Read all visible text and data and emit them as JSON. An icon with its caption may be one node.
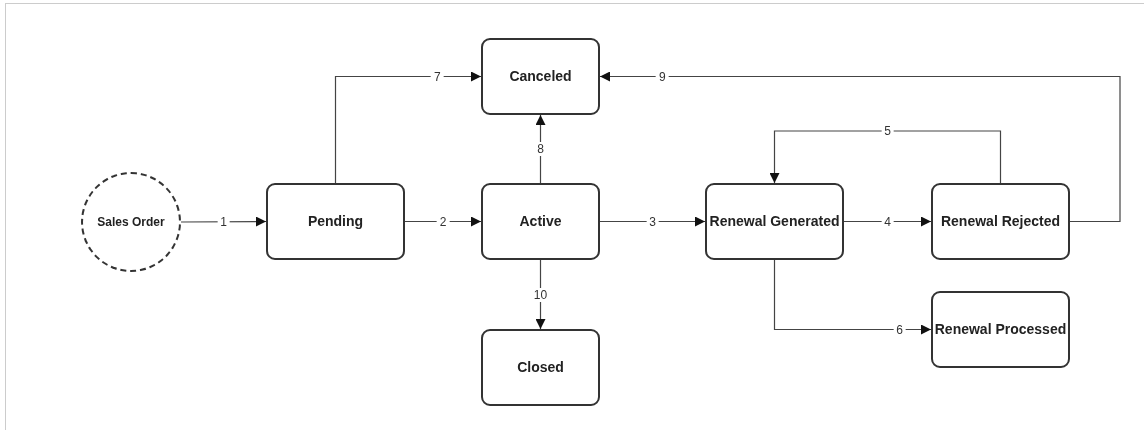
{
  "diagram": {
    "nodes": [
      {
        "text": [
          "Sales Order"
        ]
      },
      {
        "text": [
          "Pending"
        ]
      },
      {
        "text": [
          "Canceled"
        ]
      },
      {
        "text": [
          "Active"
        ]
      },
      {
        "text": [
          "Closed"
        ]
      },
      {
        "text": [
          "Renewal Generated"
        ]
      },
      {
        "text": [
          "Renewal Rejected"
        ]
      },
      {
        "text": [
          "Renewal Processed"
        ]
      }
    ],
    "edges": [
      {
        "from": 0,
        "to": 1,
        "arrow": "to",
        "label": "1"
      },
      {
        "from": 1,
        "to": 3,
        "arrow": "to",
        "label": "2"
      },
      {
        "from": 3,
        "to": 5,
        "arrow": "to",
        "label": "3"
      },
      {
        "from": 5,
        "to": 6,
        "arrow": "to",
        "label": "4"
      },
      {
        "from": 6,
        "to": 5,
        "arrow": "to",
        "label": "5"
      },
      {
        "from": 5,
        "to": 7,
        "arrow": "to",
        "label": "6"
      },
      {
        "from": 1,
        "to": 2,
        "arrow": "to",
        "label": "7"
      },
      {
        "from": 3,
        "to": 2,
        "arrow": "to",
        "label": "8"
      },
      {
        "from": 6,
        "to": 2,
        "arrow": "to",
        "label": "9"
      },
      {
        "from": 3,
        "to": 4,
        "arrow": "to",
        "label": "10"
      }
    ]
  }
}
